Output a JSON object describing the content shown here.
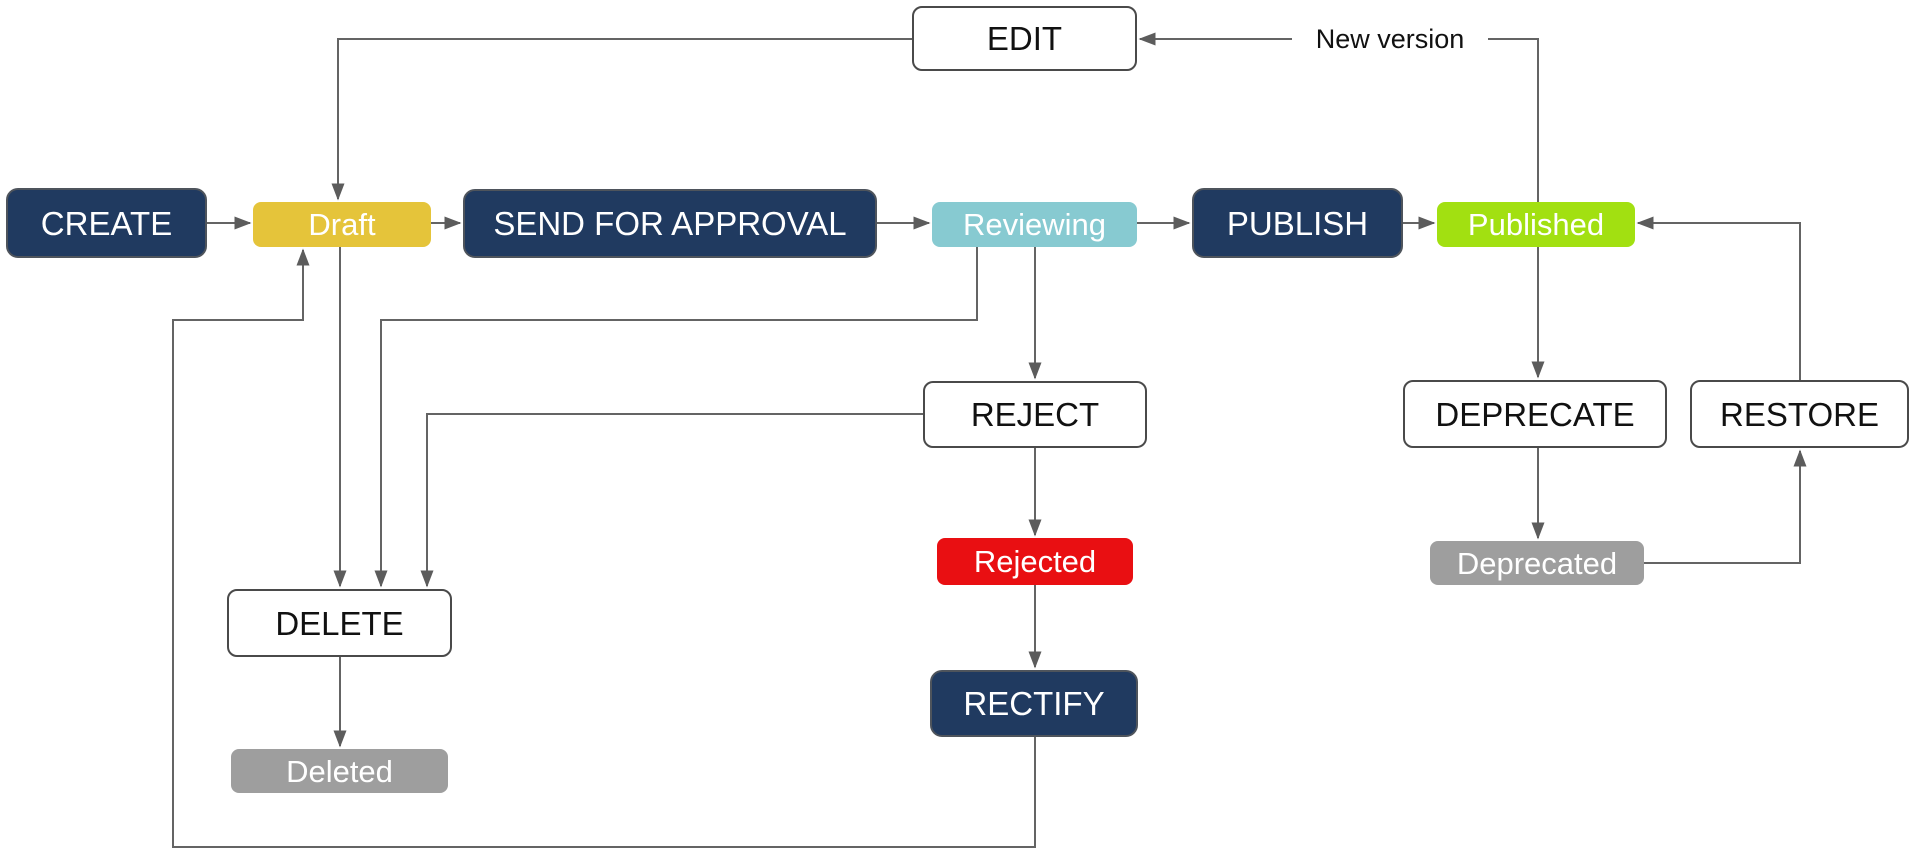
{
  "diagram": {
    "kind": "content-lifecycle-flowchart",
    "nodes": {
      "create": {
        "label": "CREATE",
        "role": "action",
        "color": "#203a60"
      },
      "draft": {
        "label": "Draft",
        "role": "state",
        "color": "#e5c43a"
      },
      "send": {
        "label": "SEND FOR APPROVAL",
        "role": "action",
        "color": "#203a60"
      },
      "reviewing": {
        "label": "Reviewing",
        "role": "state",
        "color": "#87cad1"
      },
      "publish": {
        "label": "PUBLISH",
        "role": "action",
        "color": "#203a60"
      },
      "published": {
        "label": "Published",
        "role": "state",
        "color": "#a2e011"
      },
      "edit": {
        "label": "EDIT",
        "role": "action",
        "color": "#ffffff"
      },
      "reject": {
        "label": "REJECT",
        "role": "action",
        "color": "#ffffff"
      },
      "rejected": {
        "label": "Rejected",
        "role": "state",
        "color": "#e90f12"
      },
      "rectify": {
        "label": "RECTIFY",
        "role": "action",
        "color": "#203a60"
      },
      "delete": {
        "label": "DELETE",
        "role": "action",
        "color": "#ffffff"
      },
      "deleted": {
        "label": "Deleted",
        "role": "state",
        "color": "#9e9e9e"
      },
      "deprecate": {
        "label": "DEPRECATE",
        "role": "action",
        "color": "#ffffff"
      },
      "restore": {
        "label": "RESTORE",
        "role": "action",
        "color": "#ffffff"
      },
      "deprecated": {
        "label": "Deprecated",
        "role": "state",
        "color": "#9e9e9e"
      }
    },
    "edge_labels": {
      "new_version": "New version"
    },
    "edges": [
      {
        "from": "create",
        "to": "draft"
      },
      {
        "from": "draft",
        "to": "send"
      },
      {
        "from": "send",
        "to": "reviewing"
      },
      {
        "from": "reviewing",
        "to": "publish"
      },
      {
        "from": "publish",
        "to": "published"
      },
      {
        "from": "published",
        "to": "edit",
        "label": "New version"
      },
      {
        "from": "edit",
        "to": "draft"
      },
      {
        "from": "draft",
        "to": "delete"
      },
      {
        "from": "reviewing",
        "to": "delete"
      },
      {
        "from": "reject",
        "to": "delete"
      },
      {
        "from": "reviewing",
        "to": "reject"
      },
      {
        "from": "reject",
        "to": "rejected"
      },
      {
        "from": "rejected",
        "to": "rectify"
      },
      {
        "from": "rectify",
        "to": "draft"
      },
      {
        "from": "delete",
        "to": "deleted"
      },
      {
        "from": "published",
        "to": "deprecate"
      },
      {
        "from": "deprecate",
        "to": "deprecated"
      },
      {
        "from": "deprecated",
        "to": "restore"
      },
      {
        "from": "restore",
        "to": "published"
      }
    ],
    "colors": {
      "action_fill": "#203a60",
      "action_text": "#ffffff",
      "draft_fill": "#e5c43a",
      "reviewing_fill": "#87cad1",
      "published_fill": "#a2e011",
      "rejected_fill": "#e90f12",
      "terminal_fill": "#9e9e9e",
      "connector": "#646464",
      "plain_border": "#4a4a4a"
    }
  }
}
